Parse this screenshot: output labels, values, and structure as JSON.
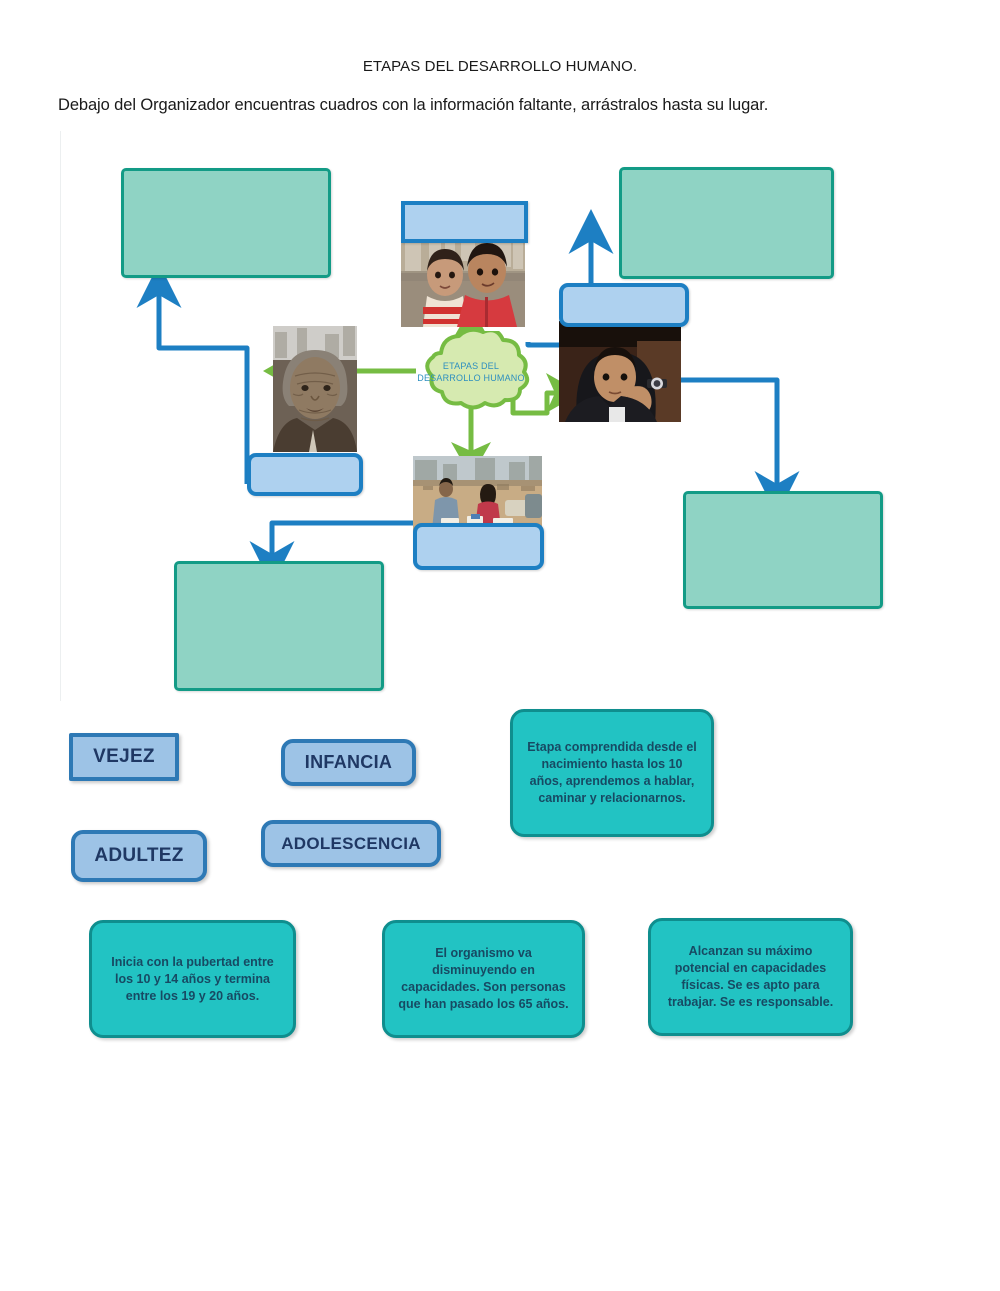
{
  "header": {
    "title": "ETAPAS DEL DESARROLLO HUMANO.",
    "instructions": "Debajo del Organizador encuentras cuadros con la información faltante, arrástralos hasta su lugar."
  },
  "organizer": {
    "center_node": {
      "label": "ETAPAS DEL DESARROLLO HUMANO",
      "shape": "cloud",
      "fill": "#d6eab0",
      "border": "#76bc43",
      "text_color": "#2d8fbf"
    },
    "colors": {
      "dropzone_fill": "#8fd3c4",
      "dropzone_border": "#139b86",
      "slot_fill": "#aed1ef",
      "slot_border": "#1d7fc3",
      "connector_blue": "#1d7fc3",
      "connector_green": "#76bc43"
    },
    "photos": [
      {
        "name": "photo-infancia",
        "alt": "Dos niños pequeños sonriendo"
      },
      {
        "name": "photo-adolescencia",
        "alt": "Adolescente con capucha apoyando la cabeza"
      },
      {
        "name": "photo-vejez",
        "alt": "Mujer anciana de rostro arrugado en sepia"
      },
      {
        "name": "photo-adultez",
        "alt": "Adultos trabajando en un puesto de mercado"
      }
    ],
    "empty_dropzones": [
      {
        "name": "dropzone-top-left"
      },
      {
        "name": "dropzone-top-right"
      },
      {
        "name": "dropzone-bottom-right"
      },
      {
        "name": "dropzone-bottom-left"
      }
    ],
    "empty_slots": [
      {
        "name": "slot-infancia"
      },
      {
        "name": "slot-adolescencia"
      },
      {
        "name": "slot-vejez"
      },
      {
        "name": "slot-adultez"
      }
    ]
  },
  "bank": {
    "stage_chips": [
      {
        "name": "chip-vejez",
        "label": "VEJEZ"
      },
      {
        "name": "chip-infancia",
        "label": "INFANCIA"
      },
      {
        "name": "chip-adultez",
        "label": "ADULTEZ"
      },
      {
        "name": "chip-adolescencia",
        "label": "ADOLESCENCIA"
      }
    ],
    "description_cards": [
      {
        "name": "desc-infancia",
        "text": "Etapa comprendida desde el nacimiento hasta los 10 años, aprendemos a hablar, caminar y relacionarnos."
      },
      {
        "name": "desc-adolescencia",
        "text": "Inicia con la pubertad entre los 10 y 14 años y termina entre los 19 y 20 años."
      },
      {
        "name": "desc-vejez",
        "text": "El organismo va disminuyendo en capacidades. Son personas que han pasado los 65 años."
      },
      {
        "name": "desc-adultez",
        "text": "Alcanzan su máximo potencial en capacidades físicas. Se es apto para trabajar. Se es responsable."
      }
    ]
  }
}
